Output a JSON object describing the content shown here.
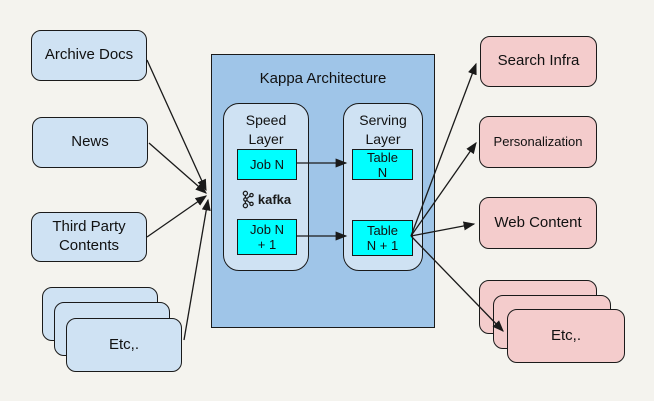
{
  "colors": {
    "canvas_bg": "#f4f3ee",
    "source_fill": "#cfe2f3",
    "kappa_fill": "#9fc5e8",
    "layer_fill": "#cfe2f3",
    "cell_fill": "#00ffff",
    "sink_fill": "#f4cccc",
    "line": "#1a1a1a"
  },
  "sources": {
    "archive": "Archive Docs",
    "news": "News",
    "third_party": "Third Party Contents",
    "etc": "Etc,."
  },
  "kappa": {
    "title": "Kappa Architecture",
    "speed_layer": {
      "title_line1": "Speed",
      "title_line2": "Layer",
      "job_top": "Job N",
      "job_bottom_line1": "Job N",
      "job_bottom_line2": "+ 1"
    },
    "kafka_label": "kafka",
    "serving_layer": {
      "title_line1": "Serving",
      "title_line2": "Layer",
      "table_top_line1": "Table",
      "table_top_line2": "N",
      "table_bottom_line1": "Table",
      "table_bottom_line2": "N + 1"
    }
  },
  "sinks": {
    "search_infra": "Search Infra",
    "personalization": "Personalization",
    "web_content": "Web Content",
    "etc": "Etc,."
  }
}
